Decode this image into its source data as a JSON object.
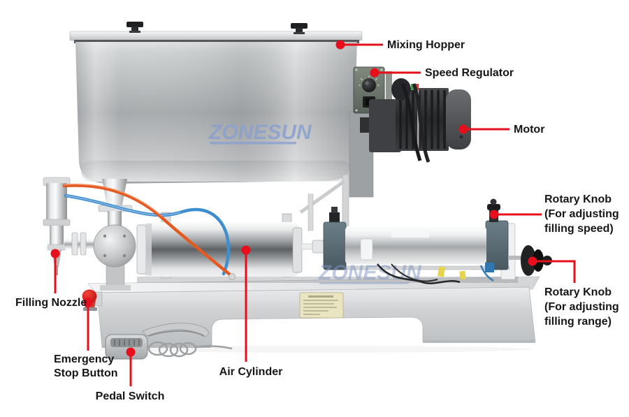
{
  "image": {
    "type": "annotated product diagram",
    "subject": "Paste filling machine with mixing hopper",
    "background_color": "#ffffff",
    "annotation_color": "#e60f1b",
    "label_text_color": "#161616"
  },
  "watermarks": {
    "hopper": "ZONESUN",
    "machine": "ZONESUN",
    "color": "#8ba0cc"
  },
  "callouts": {
    "mixing_hopper": {
      "label": "Mixing Hopper"
    },
    "speed_regulator": {
      "label": "Speed Regulator"
    },
    "motor": {
      "label": "Motor"
    },
    "rotary_knob_speed": {
      "line1": "Rotary Knob",
      "line2": "(For adjusting",
      "line3": "filling speed)"
    },
    "rotary_knob_range": {
      "line1": "Rotary Knob",
      "line2": "(For adjusting",
      "line3": "filling range)"
    },
    "filling_nozzle": {
      "label": "Filling Nozzle"
    },
    "emergency_stop": {
      "line1": "Emergency",
      "line2": "Stop Button"
    },
    "pedal_switch": {
      "label": "Pedal Switch"
    },
    "air_cylinder": {
      "label": "Air Cylinder"
    }
  }
}
